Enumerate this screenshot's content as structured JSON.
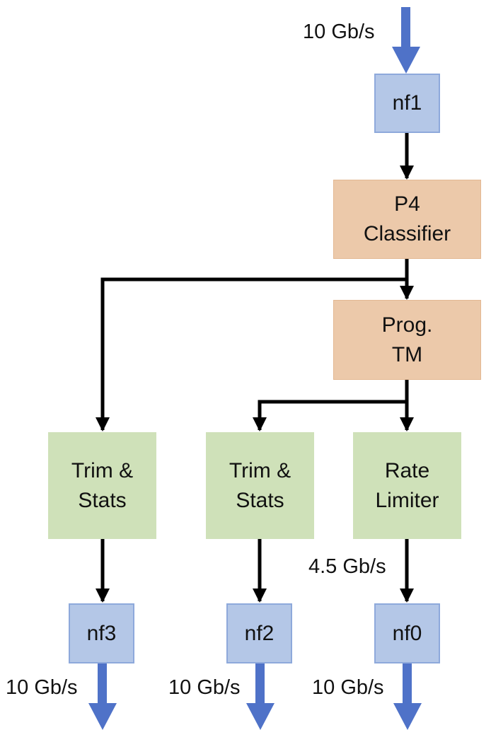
{
  "colors": {
    "nf_fill": "#b4c7e7",
    "nf_border": "#8ea9db",
    "tm_fill": "#ecc9aa",
    "trim_fill": "#cfe1b9",
    "flow_arrow": "#4f72c8",
    "link": "#000000"
  },
  "nodes": {
    "nf1": "nf1",
    "classifier": [
      "P4",
      "Classifier"
    ],
    "tm": [
      "Prog.",
      "TM"
    ],
    "trim_left": [
      "Trim &",
      "Stats"
    ],
    "trim_mid": [
      "Trim &",
      "Stats"
    ],
    "rate_limiter": [
      "Rate",
      "Limiter"
    ],
    "nf3": "nf3",
    "nf2": "nf2",
    "nf0": "nf0"
  },
  "rates": {
    "input": "10 Gb/s",
    "limited": "4.5 Gb/s",
    "out_nf3": "10 Gb/s",
    "out_nf2": "10 Gb/s",
    "out_nf0": "10 Gb/s"
  }
}
